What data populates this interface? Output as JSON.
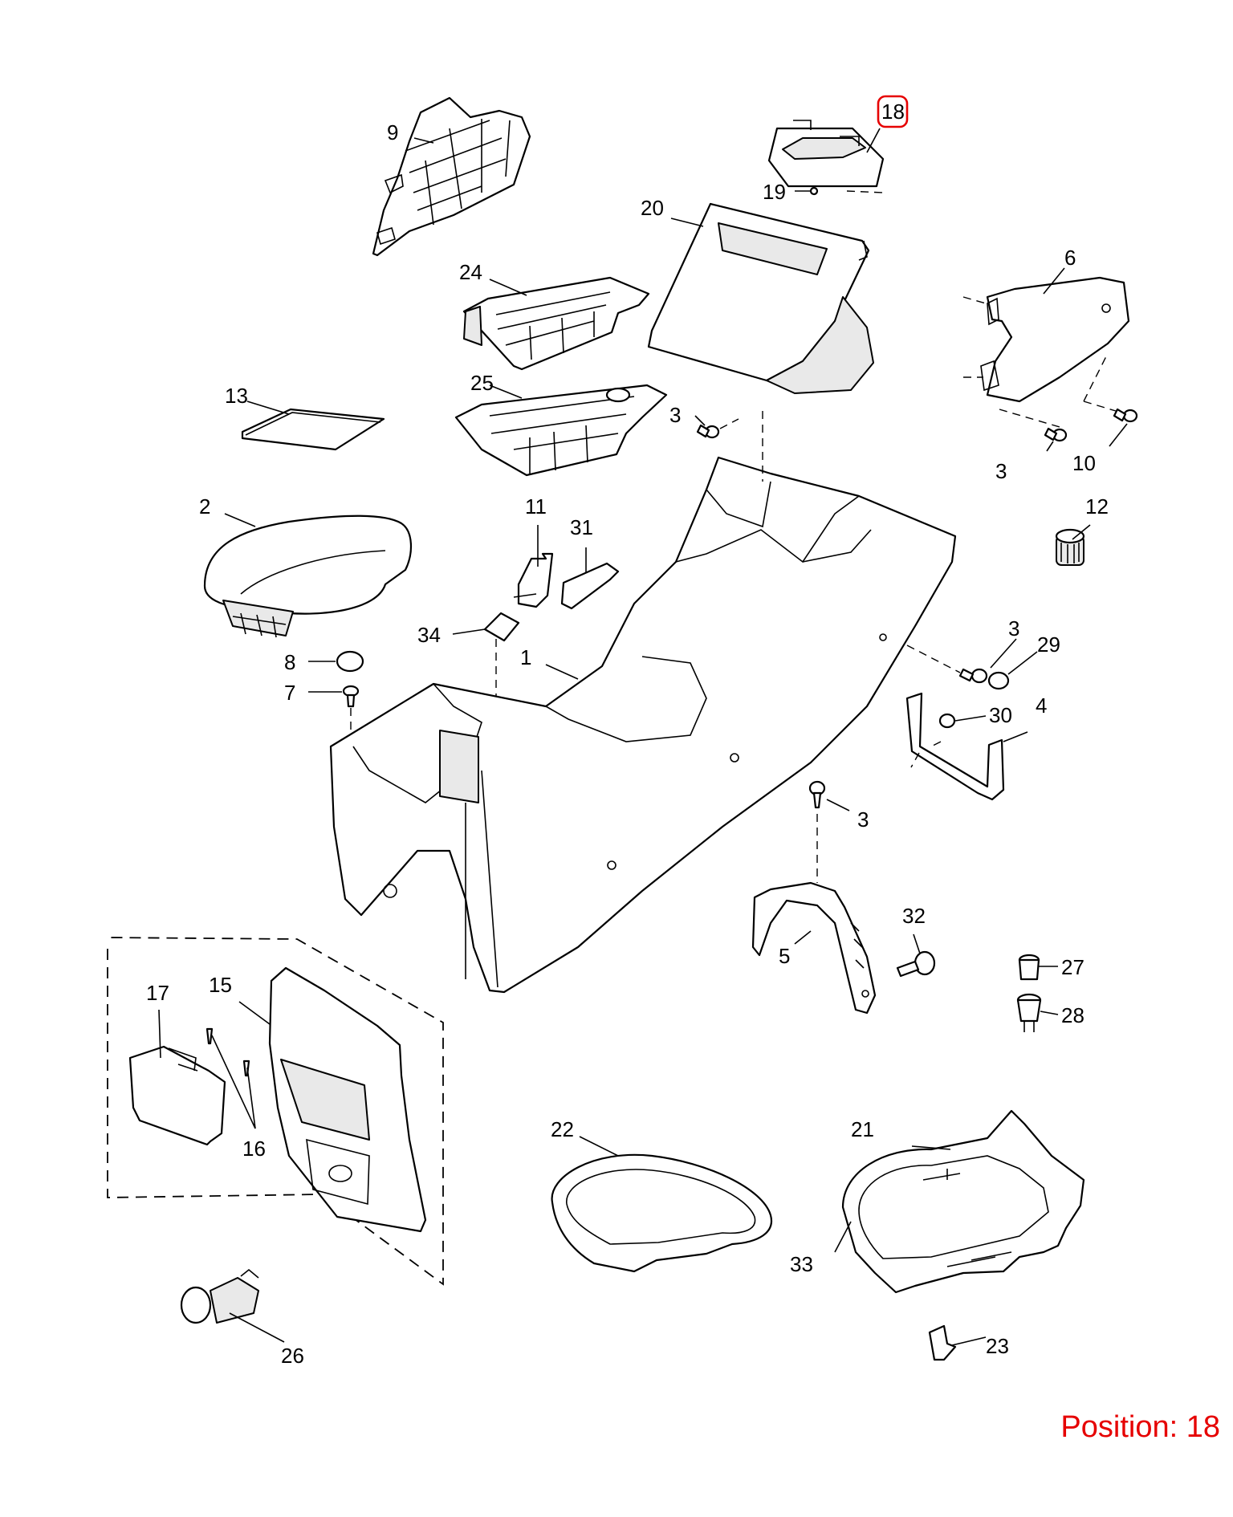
{
  "position_label": "Position: 18",
  "highlight_color": "#e60000",
  "highlighted_callout": "18",
  "callouts": {
    "c1": "1",
    "c2": "2",
    "c3a": "3",
    "c3b": "3",
    "c3c": "3",
    "c3d": "3",
    "c4": "4",
    "c5": "5",
    "c6": "6",
    "c7": "7",
    "c8": "8",
    "c9": "9",
    "c10": "10",
    "c11": "11",
    "c12": "12",
    "c13": "13",
    "c15": "15",
    "c16": "16",
    "c17": "17",
    "c18": "18",
    "c19": "19",
    "c20": "20",
    "c21": "21",
    "c22": "22",
    "c23": "23",
    "c24": "24",
    "c25": "25",
    "c26": "26",
    "c27": "27",
    "c28": "28",
    "c29": "29",
    "c30": "30",
    "c31": "31",
    "c32": "32",
    "c33": "33",
    "c34": "34"
  }
}
